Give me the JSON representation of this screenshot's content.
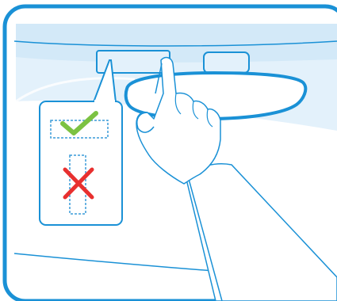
{
  "colors": {
    "frame": "#1a91d6",
    "windshield": "#e3f1fb",
    "windshield_band": "#d3e9f8",
    "tape_dashed": "#3a9bd9",
    "ok": "#7cc242",
    "bad": "#e8302f",
    "line": "#1a91d6",
    "background": "#ffffff"
  },
  "illustration": {
    "subject": "windshield-mount-tag-placement",
    "callout": {
      "options": [
        {
          "orientation": "horizontal",
          "status": "correct",
          "icon": "check-icon"
        },
        {
          "orientation": "vertical",
          "status": "incorrect",
          "icon": "cross-icon"
        }
      ]
    }
  }
}
